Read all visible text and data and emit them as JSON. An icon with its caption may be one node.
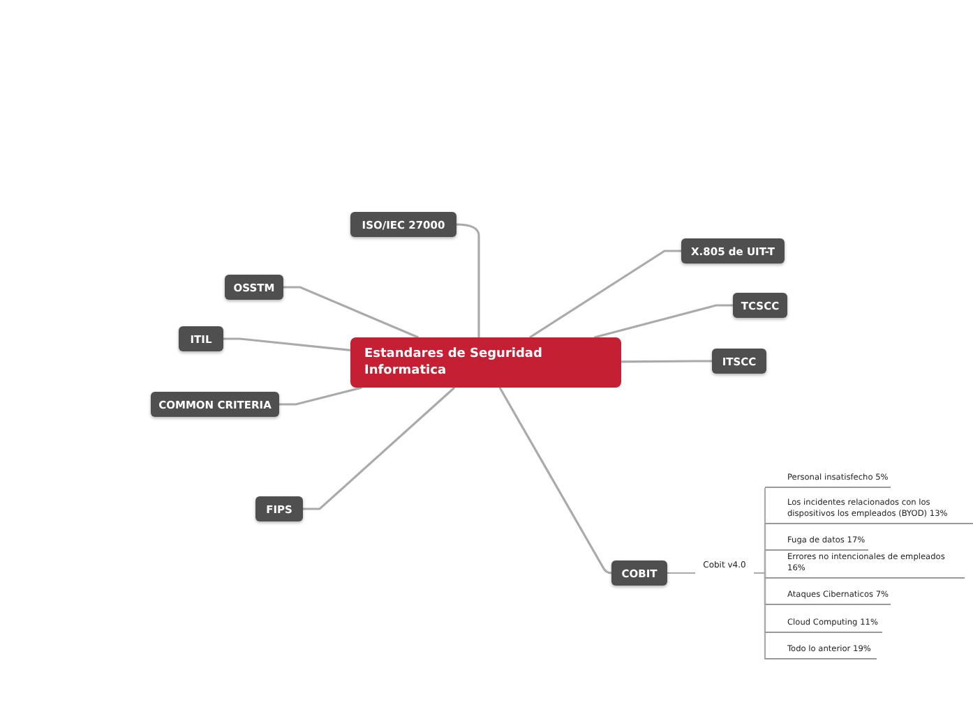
{
  "diagram": {
    "nodes": [
      {
        "text": [
          "Estandares de Seguridad Informatica"
        ]
      },
      {
        "text": [
          "ISO/IEC 27000"
        ]
      },
      {
        "text": [
          "OSSTM"
        ]
      },
      {
        "text": [
          "ITIL"
        ]
      },
      {
        "text": [
          "COMMON CRITERIA"
        ]
      },
      {
        "text": [
          "FIPS"
        ]
      },
      {
        "text": [
          "X.805 de UIT-T"
        ]
      },
      {
        "text": [
          "TCSCC"
        ]
      },
      {
        "text": [
          "ITSCC"
        ]
      },
      {
        "text": [
          "COBIT"
        ]
      },
      {
        "text": [
          "Cobit v4.0"
        ]
      },
      {
        "text": [
          "Personal insatisfecho 5%"
        ]
      },
      {
        "text": [
          "Los incidentes relacionados con los dispositivos los empleados (BYOD) 13%"
        ]
      },
      {
        "text": [
          "Fuga de datos 17%"
        ]
      },
      {
        "text": [
          "Errores no intencionales de empleados 16%"
        ]
      },
      {
        "text": [
          "Ataques Cibernaticos 7%"
        ]
      },
      {
        "text": [
          "Cloud Computing 11%"
        ]
      },
      {
        "text": [
          "Todo lo anterior 19%"
        ]
      }
    ],
    "edges": [
      {
        "from": 0,
        "to": 1,
        "arrow": "none"
      },
      {
        "from": 0,
        "to": 2,
        "arrow": "none"
      },
      {
        "from": 0,
        "to": 3,
        "arrow": "none"
      },
      {
        "from": 0,
        "to": 4,
        "arrow": "none"
      },
      {
        "from": 0,
        "to": 5,
        "arrow": "none"
      },
      {
        "from": 0,
        "to": 6,
        "arrow": "none"
      },
      {
        "from": 0,
        "to": 7,
        "arrow": "none"
      },
      {
        "from": 0,
        "to": 8,
        "arrow": "none"
      },
      {
        "from": 0,
        "to": 9,
        "arrow": "none"
      },
      {
        "from": 9,
        "to": 10,
        "arrow": "none"
      },
      {
        "from": 10,
        "to": 11,
        "arrow": "none"
      },
      {
        "from": 10,
        "to": 12,
        "arrow": "none"
      },
      {
        "from": 10,
        "to": 13,
        "arrow": "none"
      },
      {
        "from": 10,
        "to": 14,
        "arrow": "none"
      },
      {
        "from": 10,
        "to": 15,
        "arrow": "none"
      },
      {
        "from": 10,
        "to": 16,
        "arrow": "none"
      },
      {
        "from": 10,
        "to": 17,
        "arrow": "none"
      }
    ]
  }
}
